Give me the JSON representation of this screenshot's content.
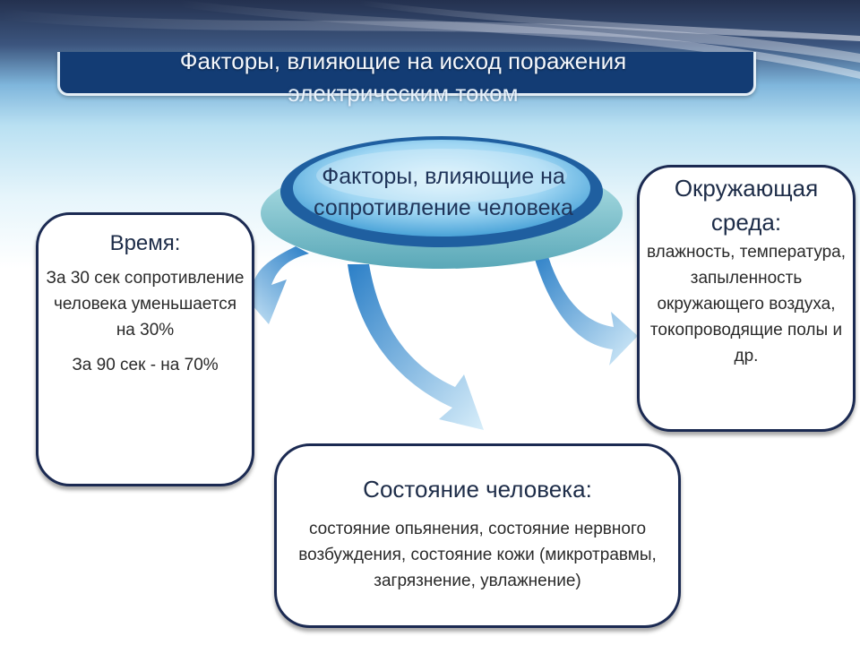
{
  "title": {
    "line1": "Факторы, влияющие на исход поражения",
    "line2": "электрическим током"
  },
  "center": {
    "label": "Факторы, влияющие на сопротивление человека"
  },
  "boxes": {
    "time": {
      "heading": "Время:",
      "paragraphs": [
        "За 30 сек сопротивление человека уменьшается на 30%",
        "За 90 сек - на 70%"
      ]
    },
    "environment": {
      "heading": "Окружающая среда:",
      "body": "влажность, температура, запыленность окружающего воздуха, токопроводящие полы и др."
    },
    "state": {
      "heading": "Состояние человека:",
      "body": "состояние опьянения, состояние нервного возбуждения,  состояние кожи (микротравмы, загрязнение, увлажнение)"
    }
  },
  "colors": {
    "title_bar": "#133c74",
    "box_border": "#1b2a52",
    "ellipse_dark": "#2f78b5",
    "ellipse_light": "#9fd6f3",
    "arrow": "#4a9fd8"
  }
}
